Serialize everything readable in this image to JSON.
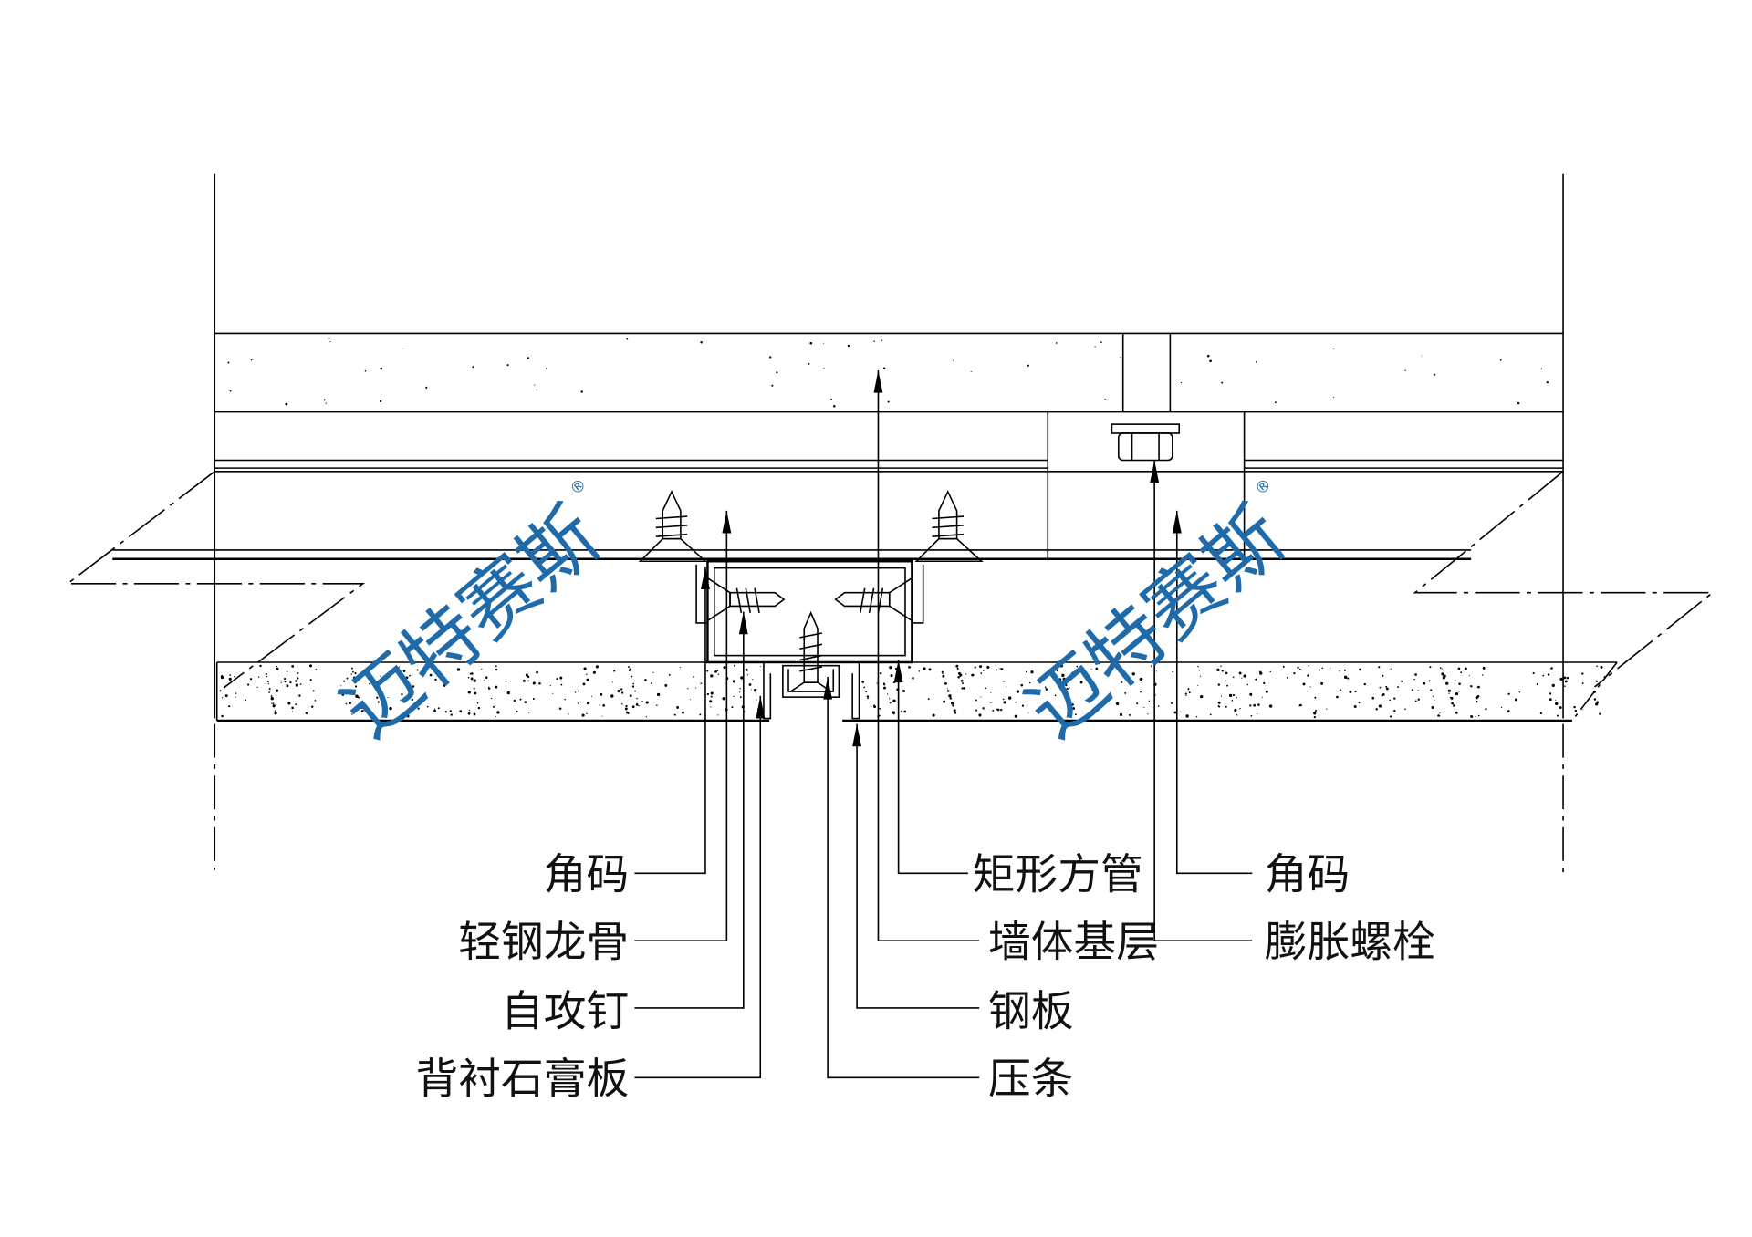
{
  "watermark": {
    "text": "迈特赛斯",
    "registered": "®",
    "color": "#1f6aa8"
  },
  "labels_left": [
    {
      "text": "角码"
    },
    {
      "text": "轻钢龙骨"
    },
    {
      "text": "自攻钉"
    },
    {
      "text": "背衬石膏板"
    }
  ],
  "labels_middle": [
    {
      "text": "矩形方管"
    },
    {
      "text": "墙体基层"
    },
    {
      "text": "钢板"
    },
    {
      "text": "压条"
    }
  ],
  "labels_right": [
    {
      "text": "角码"
    },
    {
      "text": "膨胀螺栓"
    }
  ]
}
